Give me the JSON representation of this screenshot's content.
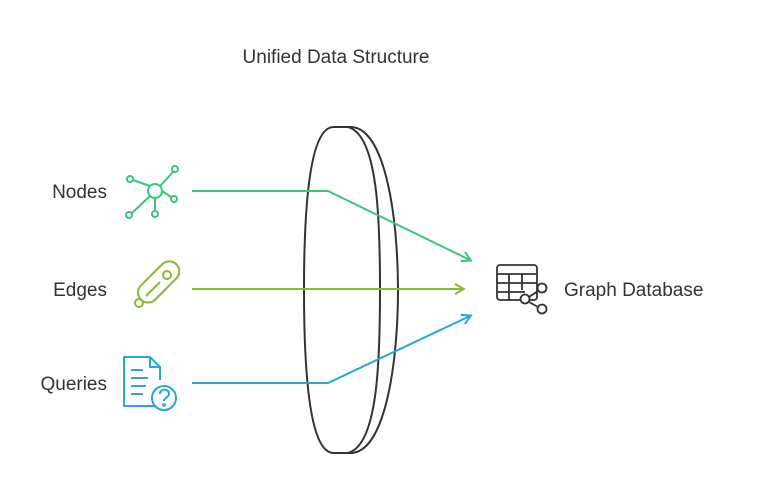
{
  "title": "Unified Data Structure",
  "inputs": [
    {
      "label": "Nodes",
      "icon": "network-nodes-icon",
      "color": "#3ec47a"
    },
    {
      "label": "Edges",
      "icon": "link-edges-icon",
      "color": "#8ab83a"
    },
    {
      "label": "Queries",
      "icon": "document-question-icon",
      "color": "#2aa6d4"
    }
  ],
  "lens": {
    "icon": "lens-shape",
    "stroke": "#333333"
  },
  "output": {
    "label": "Graph Database",
    "icon": "table-share-icon",
    "color": "#333333"
  }
}
